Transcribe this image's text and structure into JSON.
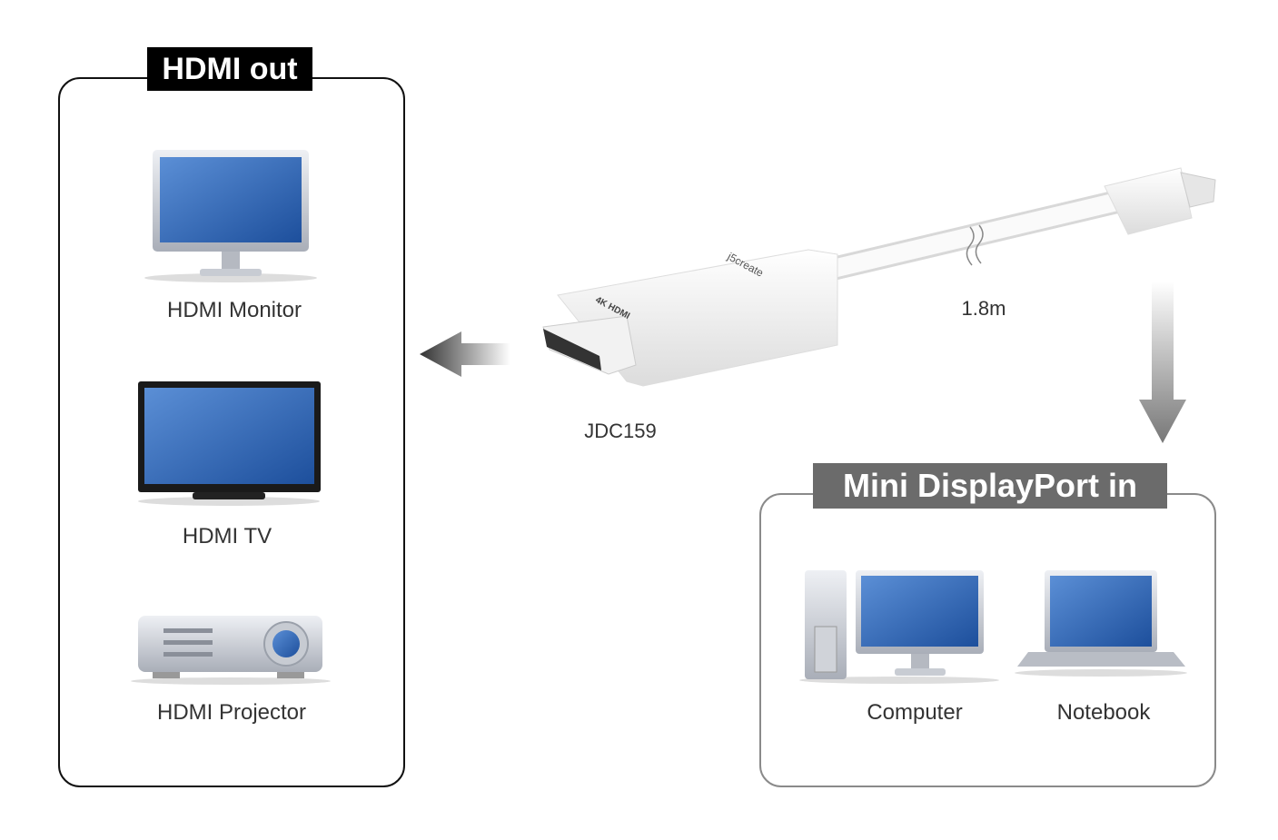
{
  "hdmi_out": {
    "title": "HDMI out",
    "devices": [
      {
        "label": "HDMI Monitor",
        "icon": "monitor-icon"
      },
      {
        "label": "HDMI TV",
        "icon": "tv-icon"
      },
      {
        "label": "HDMI Projector",
        "icon": "projector-icon"
      }
    ]
  },
  "mdp_in": {
    "title": "Mini DisplayPort in",
    "devices": [
      {
        "label": "Computer",
        "icon": "desktop-computer-icon"
      },
      {
        "label": "Notebook",
        "icon": "laptop-icon"
      }
    ]
  },
  "cable": {
    "model": "JDC159",
    "length": "1.8m",
    "print_side": "4K HDMI",
    "brand": "j5create"
  },
  "colors": {
    "out_label_bg": "#000000",
    "in_label_bg": "#6b6b6b",
    "screen_blue": "#2f66b3"
  }
}
